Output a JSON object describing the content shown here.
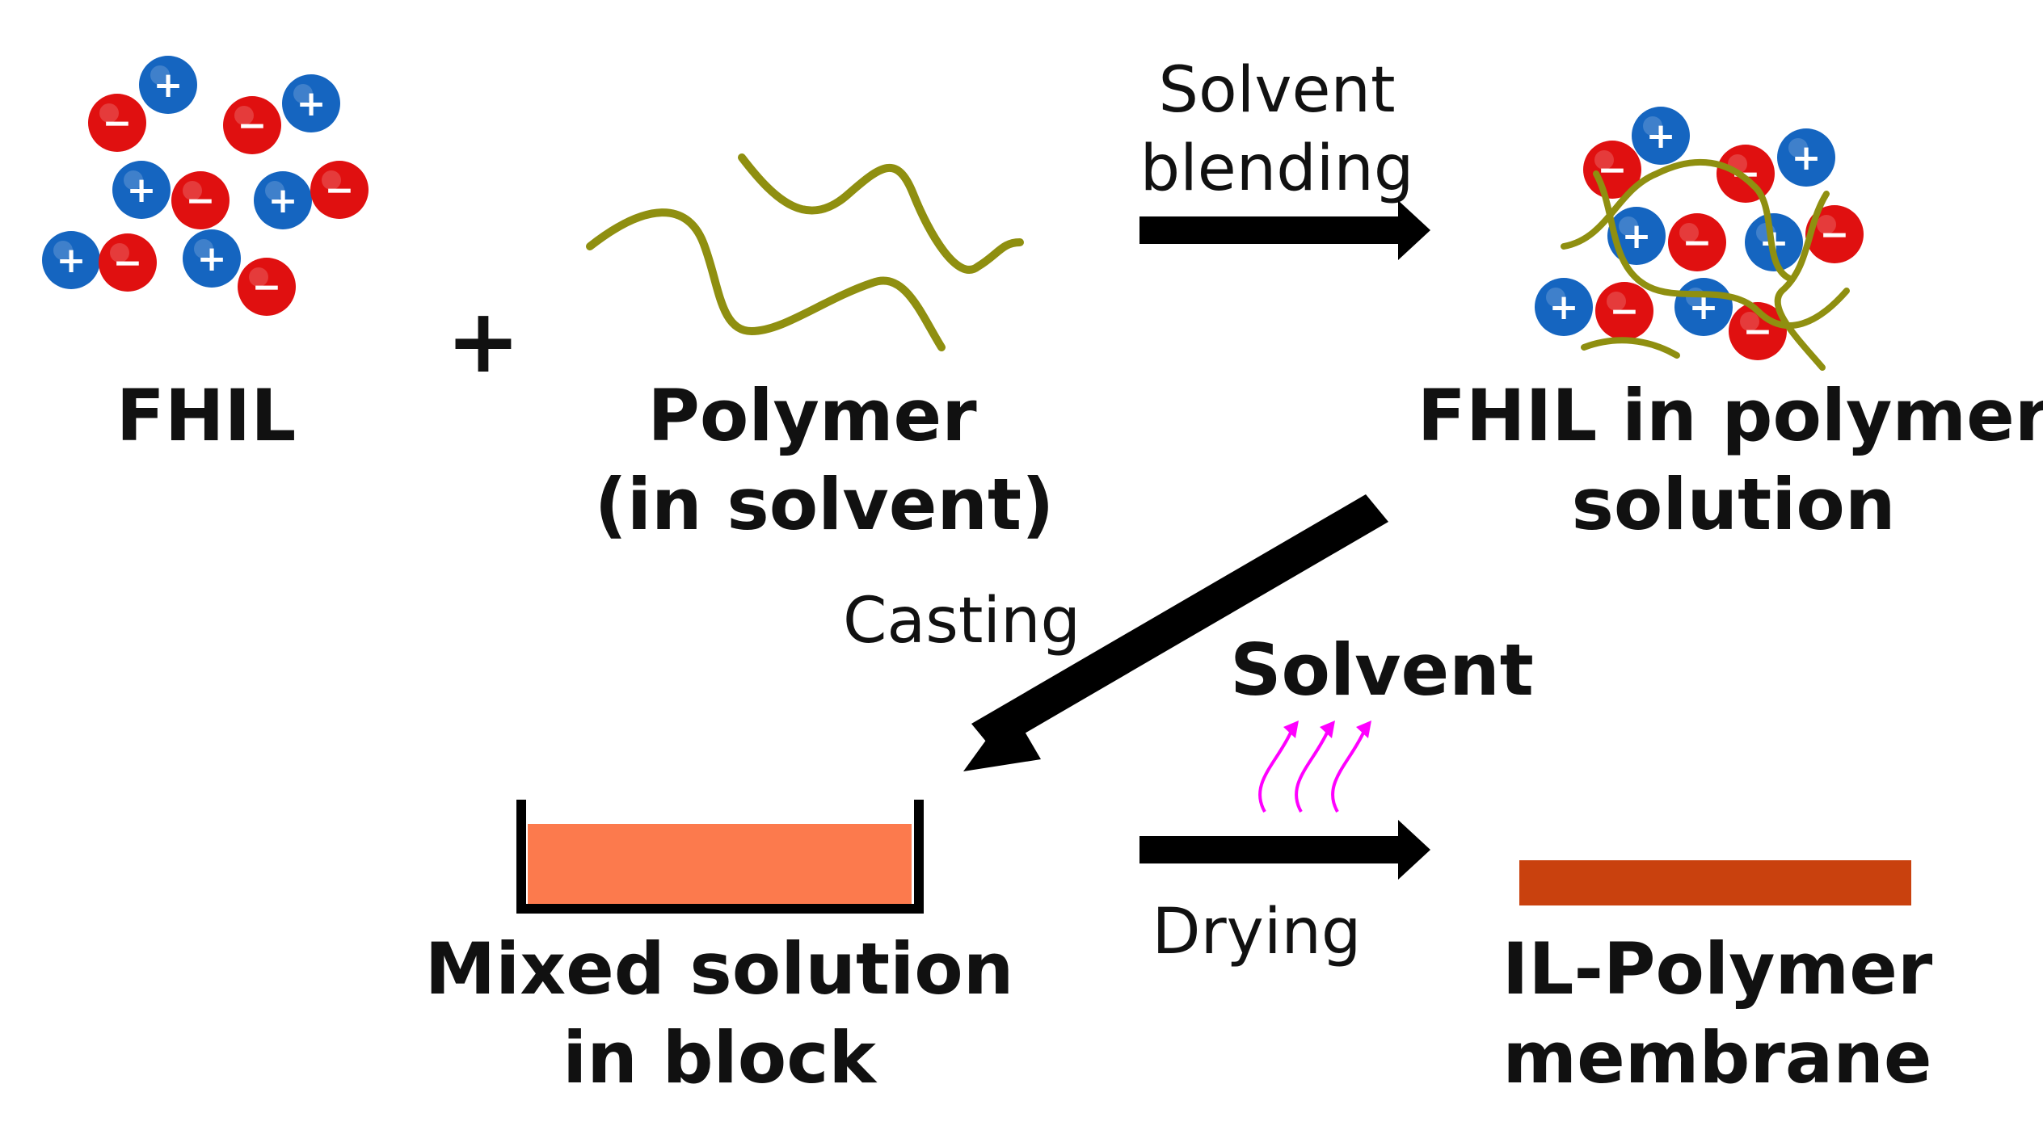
{
  "labels": {
    "fhil": "FHIL",
    "plus": "+",
    "polymer_line1": "Polymer",
    "polymer_line2": "(in solvent)",
    "solvent_blending_line1": "Solvent",
    "solvent_blending_line2": "blending",
    "fhil_in_polymer_line1": "FHIL in polymer",
    "fhil_in_polymer_line2": "solution",
    "casting": "Casting",
    "solvent": "Solvent",
    "drying": "Drying",
    "mixed_solution_line1": "Mixed solution",
    "mixed_solution_line2": "in block",
    "membrane_line1": "IL-Polymer",
    "membrane_line2": "membrane"
  },
  "ion_signs": {
    "cation": "+",
    "anion": "−"
  },
  "colors": {
    "cation": "#1565c0",
    "anion": "#e01010",
    "polymer_chain": "#8f8f10",
    "arrow": "#000000",
    "solvent_vapor": "#ff00ff",
    "mixed_solution": "#fc7a4d",
    "membrane": "#c9410e"
  },
  "icons": {
    "ion_cluster": "ion-pair-cluster-icon",
    "polymer": "polymer-chain-icon",
    "vapor": "vapor-arrows-icon",
    "casting_block": "casting-block-icon",
    "membrane": "membrane-bar-icon"
  }
}
